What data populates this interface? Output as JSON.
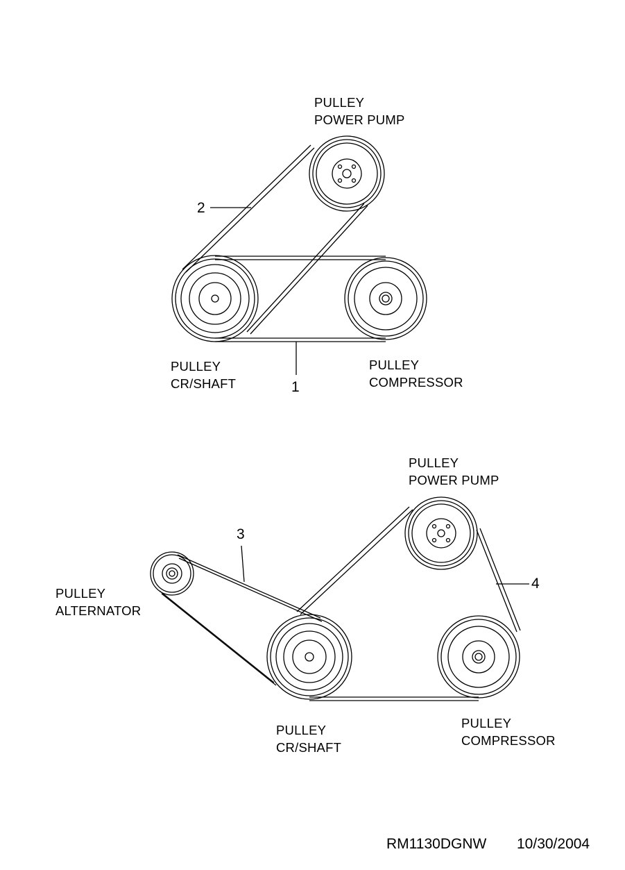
{
  "top_diagram": {
    "power_pump": {
      "line1": "PULLEY",
      "line2": "POWER  PUMP"
    },
    "crankshaft": {
      "line1": "PULLEY",
      "line2": "CR/SHAFT"
    },
    "compressor": {
      "line1": "PULLEY",
      "line2": "COMPRESSOR"
    },
    "callouts": {
      "belt_1": "1",
      "belt_2": "2"
    }
  },
  "bottom_diagram": {
    "power_pump": {
      "line1": "PULLEY",
      "line2": "POWER  PUMP"
    },
    "alternator": {
      "line1": "PULLEY",
      "line2": "ALTERNATOR"
    },
    "crankshaft": {
      "line1": "PULLEY",
      "line2": "CR/SHAFT"
    },
    "compressor": {
      "line1": "PULLEY",
      "line2": "COMPRESSOR"
    },
    "callouts": {
      "belt_3": "3",
      "belt_4": "4"
    }
  },
  "footer": {
    "drawing_id": "RM1130DGNW",
    "date": "10/30/2004"
  },
  "colors": {
    "ink": "#000000",
    "background": "#ffffff"
  }
}
